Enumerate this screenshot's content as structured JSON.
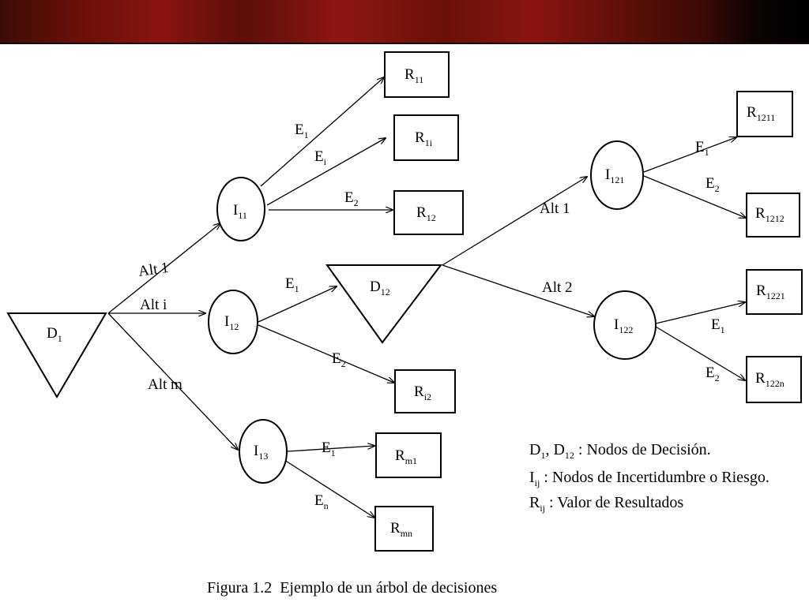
{
  "nodes": {
    "D1": {
      "main": "D",
      "sub": "1"
    },
    "D12": {
      "main": "D",
      "sub": "12"
    },
    "I11": {
      "main": "I",
      "sub": "11"
    },
    "I12": {
      "main": "I",
      "sub": "12"
    },
    "I13": {
      "main": "I",
      "sub": "13"
    },
    "I121": {
      "main": "I",
      "sub": "121"
    },
    "I122": {
      "main": "I",
      "sub": "122"
    },
    "R11": {
      "main": "R",
      "sub": "11"
    },
    "R1i": {
      "main": "R",
      "sub": "1i"
    },
    "R12": {
      "main": "R",
      "sub": "12"
    },
    "Ri2": {
      "main": "R",
      "sub": "i2"
    },
    "Rm1": {
      "main": "R",
      "sub": "m1"
    },
    "Rmn": {
      "main": "R",
      "sub": "mn"
    },
    "R1211": {
      "main": "R",
      "sub": "1211"
    },
    "R1212": {
      "main": "R",
      "sub": "1212"
    },
    "R1221": {
      "main": "R",
      "sub": "1221"
    },
    "R122n": {
      "main": "R",
      "sub": "122n"
    }
  },
  "edges": {
    "alt1": "Alt 1",
    "alti": "Alt i",
    "altm": "Alt m",
    "alt1_b": "Alt 1",
    "alt2_b": "Alt 2",
    "e": "E",
    "s1": "1",
    "si": "i",
    "s2": "2",
    "sn": "n"
  },
  "legend": {
    "line1_d": "D",
    "line1_sub1": "1",
    "line1_comma": ", D",
    "line1_sub2": "12",
    "line1_text": " : Nodos de Decisión.",
    "line2_i": "I",
    "line2_sub": "ij",
    "line2_text": " : Nodos de Incertidumbre o Riesgo.",
    "line3_r": "R",
    "line3_sub": "ij",
    "line3_text": " : Valor de Resultados"
  },
  "caption": "Figura 1.2  Ejemplo de un árbol de decisiones",
  "colors": {
    "banner_dark": "#3d0c06",
    "banner_red": "#8a1410",
    "ink": "#000000"
  }
}
